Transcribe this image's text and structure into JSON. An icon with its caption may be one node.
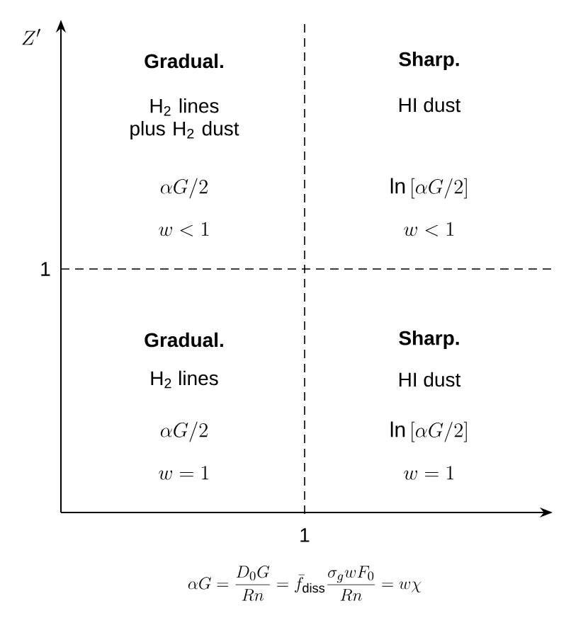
{
  "diagram": {
    "labels": [
      "Z'",
      "Gradual.",
      "H$_{2}$ lines plus H$_{2}$ dust",
      "\\alpha G/2",
      "w<1",
      "Sharp.",
      "HI dust",
      "\\ln\\,[\\alpha G/2]",
      "w<1",
      "1",
      "Gradual.",
      "H$_{2}$ lines",
      "\\alpha G/2",
      "w=1",
      "Sharp.",
      "HI dust",
      "\\ln\\,[\\alpha G/2]",
      "w=1",
      "1",
      "\\alpha G = \\frac{D_0 G}{Rn} = \\bar{f}_{\\rm diss}\\frac{\\sigma_g w F_0}{Rn} = w\\chi"
    ]
  }
}
